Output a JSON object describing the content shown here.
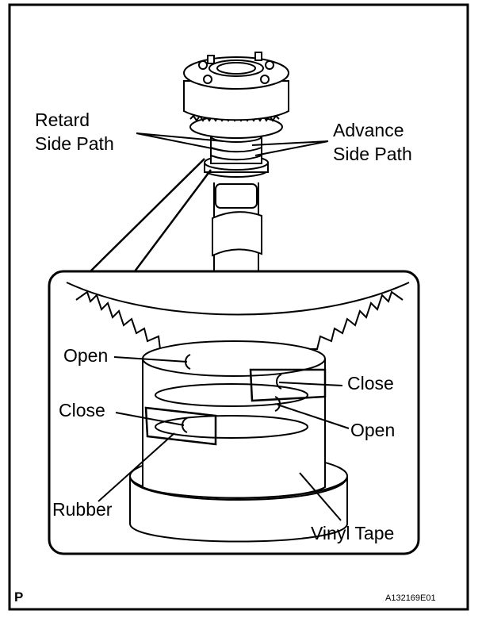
{
  "labels": {
    "retard_line1": "Retard",
    "retard_line2": "Side Path",
    "advance_line1": "Advance",
    "advance_line2": "Side Path",
    "open_left": "Open",
    "close_right": "Close",
    "close_left": "Close",
    "open_right": "Open",
    "rubber": "Rubber",
    "vinyl_tape": "Vinyl Tape"
  },
  "footer": {
    "corner_mark": "P",
    "figure_code": "A132169E01"
  }
}
